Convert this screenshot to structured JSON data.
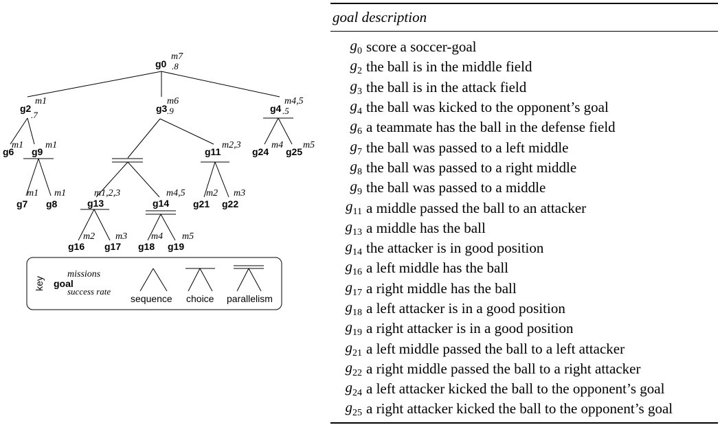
{
  "tree": {
    "nodes": [
      {
        "id": "g0",
        "name": "g0",
        "missions": "m7",
        "rate": ".8"
      },
      {
        "id": "g2",
        "name": "g2",
        "missions": "m1",
        "rate": ".7"
      },
      {
        "id": "g3",
        "name": "g3",
        "missions": "m6",
        "rate": ".9"
      },
      {
        "id": "g4",
        "name": "g4",
        "missions": "m4,5",
        "rate": ".5"
      },
      {
        "id": "g6",
        "name": "g6",
        "missions": "m1",
        "rate": ""
      },
      {
        "id": "g9",
        "name": "g9",
        "missions": "m1",
        "rate": ""
      },
      {
        "id": "g7",
        "name": "g7",
        "missions": "m1",
        "rate": ""
      },
      {
        "id": "g8",
        "name": "g8",
        "missions": "m1",
        "rate": ""
      },
      {
        "id": "g11",
        "name": "g11",
        "missions": "m2,3",
        "rate": ""
      },
      {
        "id": "g21",
        "name": "g21",
        "missions": "m2",
        "rate": ""
      },
      {
        "id": "g22",
        "name": "g22",
        "missions": "m3",
        "rate": ""
      },
      {
        "id": "g24",
        "name": "g24",
        "missions": "m4",
        "rate": ""
      },
      {
        "id": "g25",
        "name": "g25",
        "missions": "m5",
        "rate": ""
      },
      {
        "id": "g13",
        "name": "g13",
        "missions": "m1,2,3",
        "rate": ""
      },
      {
        "id": "g14",
        "name": "g14",
        "missions": "m4,5",
        "rate": ""
      },
      {
        "id": "g16",
        "name": "g16",
        "missions": "m2",
        "rate": ""
      },
      {
        "id": "g17",
        "name": "g17",
        "missions": "m3",
        "rate": ""
      },
      {
        "id": "g18",
        "name": "g18",
        "missions": "m4",
        "rate": ""
      },
      {
        "id": "g19",
        "name": "g19",
        "missions": "m5",
        "rate": ""
      }
    ]
  },
  "key": {
    "title": "key",
    "missions": "missions",
    "goal": "goal",
    "rate": "success rate",
    "sequence": "sequence",
    "choice": "choice",
    "parallelism": "parallelism"
  },
  "table": {
    "header": "goal description",
    "rows": [
      {
        "sym": "g",
        "sub": "0",
        "desc": "score a soccer-goal"
      },
      {
        "sym": "g",
        "sub": "2",
        "desc": "the ball is in the middle field"
      },
      {
        "sym": "g",
        "sub": "3",
        "desc": "the ball is in the attack field"
      },
      {
        "sym": "g",
        "sub": "4",
        "desc": "the ball was kicked to the opponent’s goal"
      },
      {
        "sym": "g",
        "sub": "6",
        "desc": "a teammate has the ball in the defense field"
      },
      {
        "sym": "g",
        "sub": "7",
        "desc": "the ball was passed to a left middle"
      },
      {
        "sym": "g",
        "sub": "8",
        "desc": "the ball was passed to a right middle"
      },
      {
        "sym": "g",
        "sub": "9",
        "desc": "the ball was passed to a middle"
      },
      {
        "sym": "g",
        "sub": "11",
        "desc": "a middle passed the ball to an attacker"
      },
      {
        "sym": "g",
        "sub": "13",
        "desc": "a middle has the ball"
      },
      {
        "sym": "g",
        "sub": "14",
        "desc": "the attacker is in good position"
      },
      {
        "sym": "g",
        "sub": "16",
        "desc": "a left middle has the ball"
      },
      {
        "sym": "g",
        "sub": "17",
        "desc": "a right middle has the ball"
      },
      {
        "sym": "g",
        "sub": "18",
        "desc": "a left attacker is in a good position"
      },
      {
        "sym": "g",
        "sub": "19",
        "desc": "a right attacker is in a good position"
      },
      {
        "sym": "g",
        "sub": "21",
        "desc": "a left middle passed the ball to a left attacker"
      },
      {
        "sym": "g",
        "sub": "22",
        "desc": "a right middle passed the ball to a right attacker"
      },
      {
        "sym": "g",
        "sub": "24",
        "desc": "a left attacker kicked the ball to the opponent’s goal"
      },
      {
        "sym": "g",
        "sub": "25",
        "desc": "a right attacker kicked the ball to the opponent’s goal"
      }
    ]
  }
}
